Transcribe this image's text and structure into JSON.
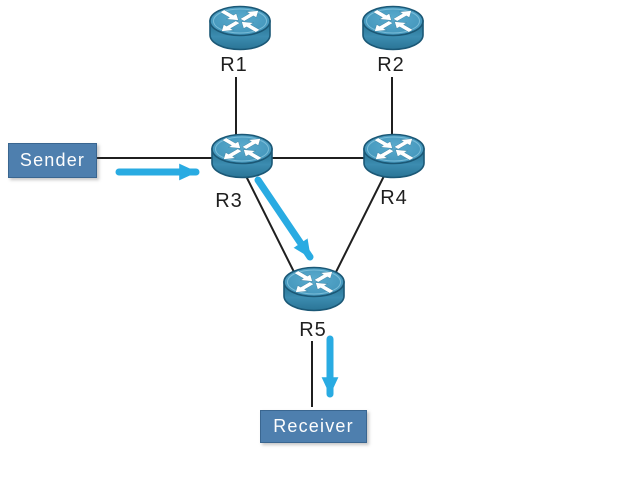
{
  "nodes": {
    "r1": {
      "label": "R1"
    },
    "r2": {
      "label": "R2"
    },
    "r3": {
      "label": "R3"
    },
    "r4": {
      "label": "R4"
    },
    "r5": {
      "label": "R5"
    }
  },
  "endpoints": {
    "sender": {
      "label": "Sender"
    },
    "receiver": {
      "label": "Receiver"
    }
  },
  "topology": {
    "links": [
      "R1-R3",
      "R2-R4",
      "R3-R4",
      "Sender-R3",
      "R3-R5",
      "R4-R5",
      "R5-Receiver"
    ],
    "flow_path": [
      "Sender to R3",
      "R3 to R5",
      "R5 to Receiver"
    ]
  },
  "colors": {
    "background": "#ffffff",
    "link": "#1f1f1f",
    "flow_arrow": "#29abe2",
    "endpoint_fill": "#4e7fae",
    "endpoint_border": "#3a6690",
    "endpoint_text": "#fdfdfd",
    "router_outline": "#1b5876",
    "router_top_light": "#5aabce",
    "router_top_dark": "#3585aa",
    "router_body_light": "#4090b4",
    "router_body_dark": "#25708f",
    "router_arrows": "#ffffff",
    "label_text": "#1f1f1f"
  }
}
